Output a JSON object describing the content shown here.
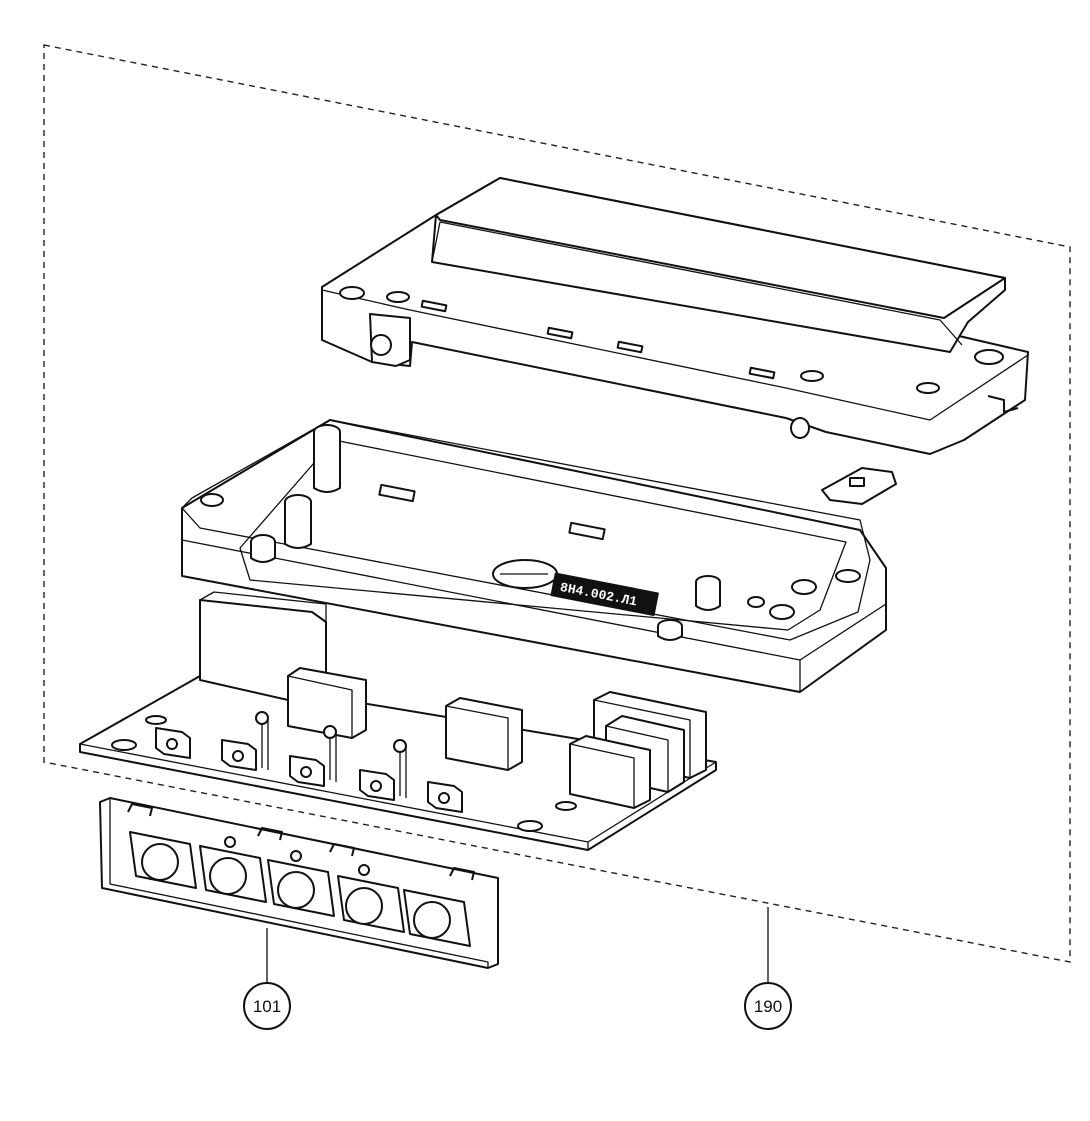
{
  "callouts": [
    {
      "id": "101"
    },
    {
      "id": "190"
    }
  ],
  "housing_marking": "8Н4.002.Л1"
}
